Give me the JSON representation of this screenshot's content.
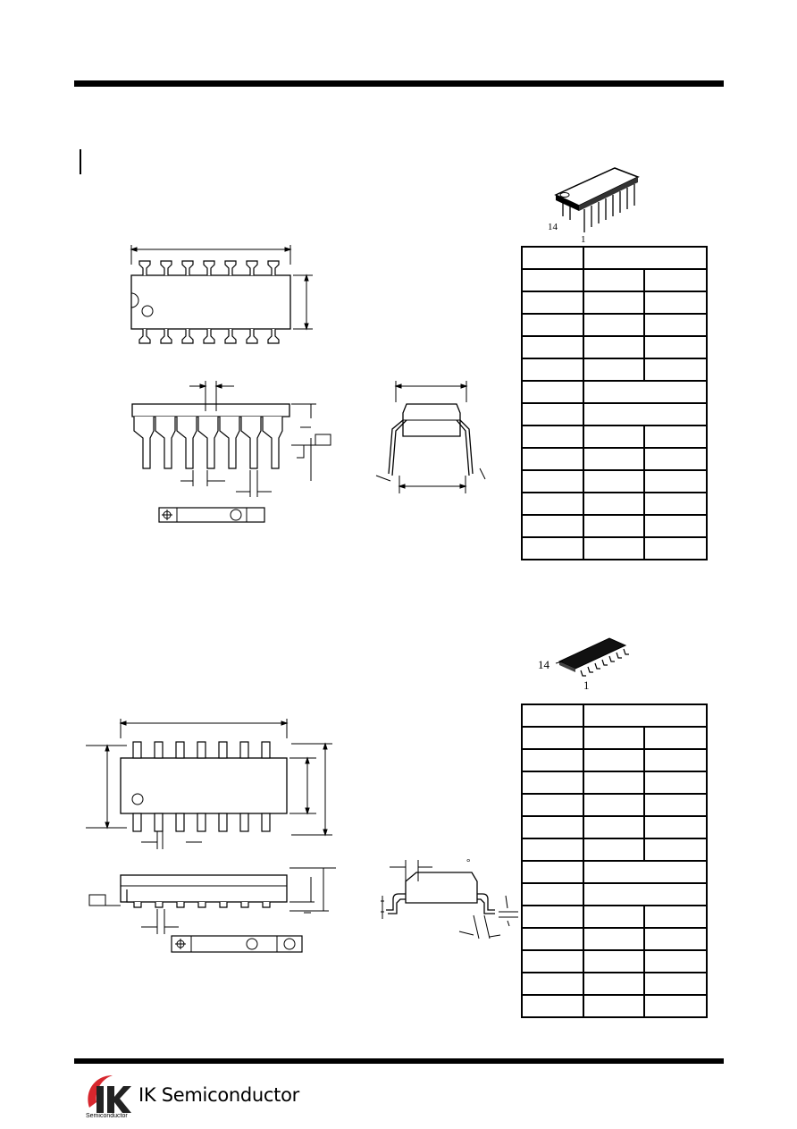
{
  "dip": {
    "pin_first": "14",
    "pin_last": "1"
  },
  "soic": {
    "pin_first": "14",
    "pin_last": "1",
    "angle_mark": "°"
  },
  "tables": {
    "dip_rows": 14,
    "soic_rows": 14
  },
  "footer": {
    "company": "IK Semiconductor",
    "logo_text": "Semiconductor",
    "brand_color": "#d7262d"
  }
}
